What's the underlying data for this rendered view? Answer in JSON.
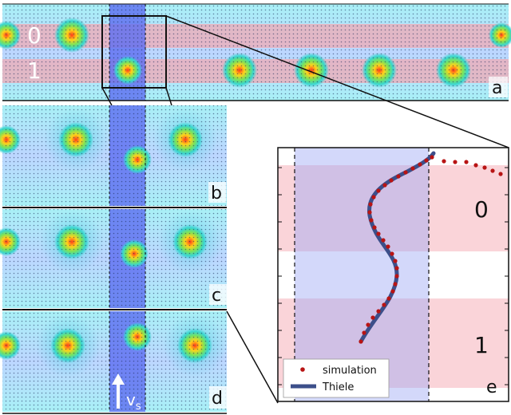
{
  "panels": {
    "a": "a",
    "b": "b",
    "c": "c",
    "d": "d",
    "e": "e"
  },
  "lanes": {
    "top": "0",
    "bottom": "1"
  },
  "velocity_label": "v",
  "velocity_subscript": "s",
  "legend": {
    "simulation": "simulation",
    "thiele": "Thiele"
  },
  "colors": {
    "lane_pink": "#f3b9c0",
    "track_blue": "#5d6df0",
    "field_cyan": "#8fe6f0",
    "field_blue": "#b8c8ff",
    "sim_dot": "#b81414",
    "thiele_line": "#3c4f8a"
  }
}
